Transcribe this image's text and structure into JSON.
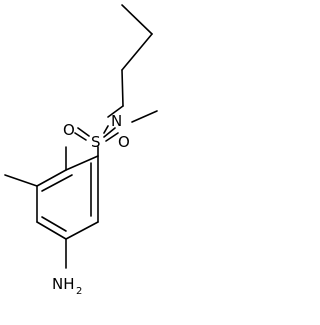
{
  "structure": {
    "atoms": {
      "n": "N",
      "s": "S",
      "o_left": "O",
      "o_right": "O",
      "amine": "NH",
      "amine_subscript": "2"
    }
  }
}
